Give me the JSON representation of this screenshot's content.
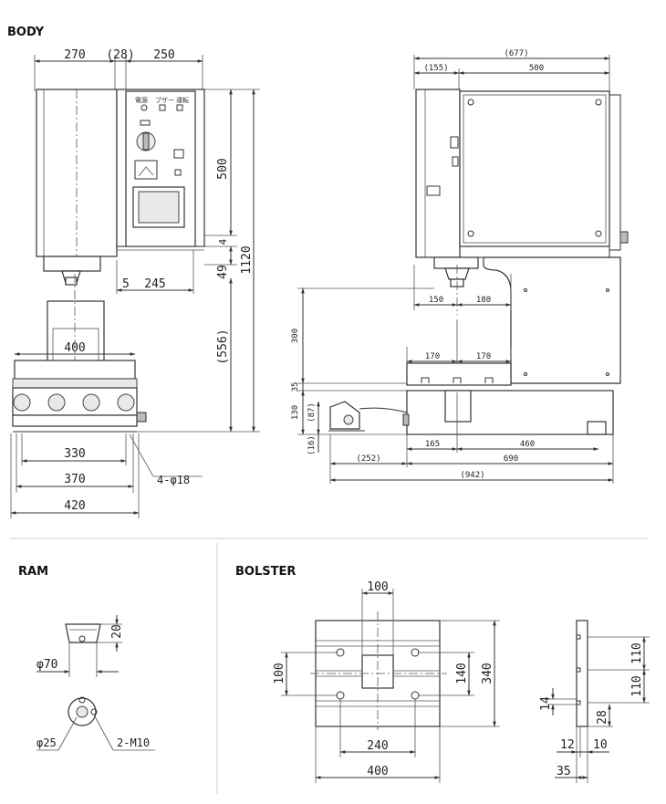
{
  "sections": {
    "body": "BODY",
    "ram": "RAM",
    "bolster": "BOLSTER"
  },
  "front": {
    "top_270": "270",
    "top_28": "(28)",
    "top_250": "250",
    "h_500": "500",
    "h_4": "4",
    "h_49": "49",
    "h_1120": "1120",
    "h_556": "(556)",
    "w_5": "5",
    "w_245": "245",
    "w_400": "400",
    "w_330": "330",
    "w_370": "370",
    "w_420": "420",
    "holes": "4-φ18"
  },
  "side": {
    "w_677": "(677)",
    "w_155": "(155)",
    "w_500": "500",
    "w_150": "150",
    "w_180": "180",
    "h_300": "300",
    "w_170a": "170",
    "w_170b": "170",
    "h_35": "35",
    "h_130": "130",
    "h_87": "(87)",
    "h_16": "(16)",
    "w_165": "165",
    "w_460": "460",
    "w_252": "(252)",
    "w_690": "690",
    "w_942": "(942)"
  },
  "ram": {
    "h_20": "20",
    "d_70": "φ70",
    "d_25": "φ25",
    "m10": "2-M10"
  },
  "bolster": {
    "w_100": "100",
    "h_100": "100",
    "h_140": "140",
    "h_340": "340",
    "w_240": "240",
    "w_400": "400",
    "s_110a": "110",
    "s_110b": "110",
    "s_14": "14",
    "s_28": "28",
    "s_12": "12",
    "s_10": "10",
    "s_35": "35"
  },
  "panel": {
    "lbl1": "電源",
    "lbl2": "ブザー",
    "lbl3": "運転"
  }
}
